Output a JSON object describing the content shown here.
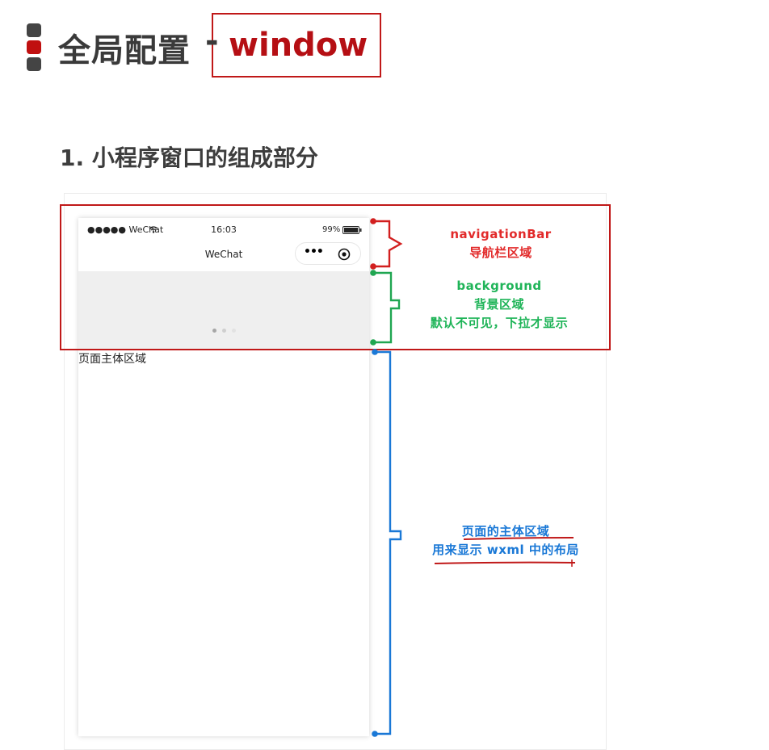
{
  "title": {
    "main": "全局配置",
    "dash": "-",
    "highlight": "window"
  },
  "heading": "1. 小程序窗口的组成部分",
  "phone": {
    "carrier": "●●●●● WeChat",
    "time": "16:03",
    "battery": "99%",
    "nav_title": "WeChat",
    "capsule_menu": "•••",
    "body_text": "页面主体区域"
  },
  "annotations": {
    "navigation": {
      "line1": "navigationBar",
      "line2": "导航栏区域"
    },
    "background": {
      "line1": "background",
      "line2": "背景区域",
      "line3": "默认不可见，下拉才显示"
    },
    "body": {
      "line1": "页面的主体区域",
      "line2": "用来显示 wxml 中的布局"
    }
  },
  "colors": {
    "red": "#c01818",
    "green": "#1fb458",
    "blue": "#1a78d6",
    "dark": "#3a3a3a"
  },
  "icons": [
    "bullet-squares-icon",
    "wifi-icon",
    "battery-icon",
    "more-dots-icon",
    "close-circle-icon"
  ]
}
